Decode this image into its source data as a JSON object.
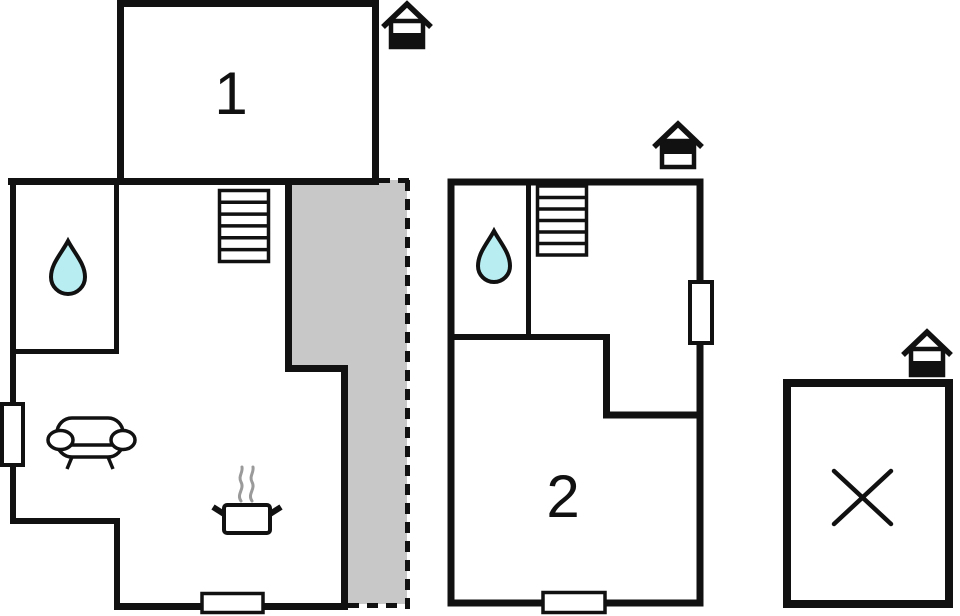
{
  "plan": {
    "type": "holiday-home-floor-plan",
    "colors": {
      "background": "#ffffff",
      "wall": "#111111",
      "terrace_fill": "#c8c8c8",
      "water_drop_fill": "#b8eef2",
      "steam": "#9a9a9a"
    },
    "units": [
      {
        "id": "unit-1",
        "room_label": "1",
        "fixtures": [
          "bathroom-water-drop",
          "staircase",
          "window",
          "entrance-door",
          "sofa",
          "cooking-pot",
          "terrace-gray-area"
        ],
        "orientation_icon": "house-filled-bottom"
      },
      {
        "id": "unit-2",
        "room_label": "2",
        "fixtures": [
          "bathroom-water-drop",
          "staircase",
          "window",
          "entrance-door"
        ],
        "orientation_icon": "house-filled-top"
      },
      {
        "id": "annex",
        "room_label": "",
        "fixtures": [
          "crossed-area"
        ],
        "orientation_icon": "house-filled-bottom"
      }
    ]
  }
}
